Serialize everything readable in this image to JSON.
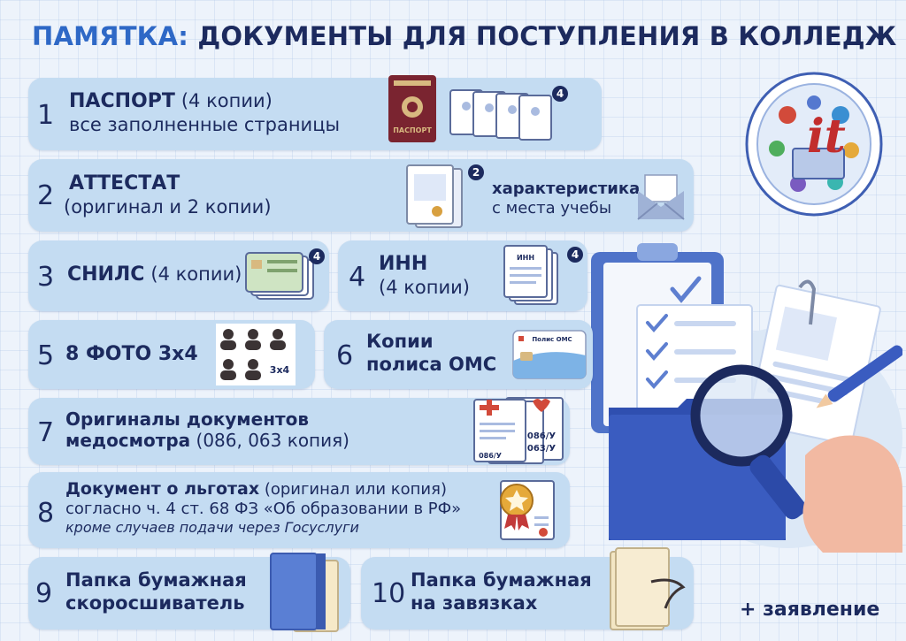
{
  "title": {
    "accent": "ПАМЯТКА:",
    "main": "ДОКУМЕНТЫ ДЛЯ ПОСТУПЛЕНИЯ В КОЛЛЕДЖ"
  },
  "items": [
    {
      "number": "1",
      "title": "ПАСПОРТ",
      "note": "(4 копии)",
      "line2": "все заполненные страницы",
      "badge": "4",
      "cover_text": "ПАСПОРТ"
    },
    {
      "number": "2",
      "title": "АТТЕСТАТ",
      "line2": "(оригинал и 2 копии)",
      "badge": "2",
      "extra": [
        "характеристика",
        "с места учебы"
      ]
    },
    {
      "number": "3",
      "title": "СНИЛС",
      "note": "(4 копии)",
      "badge": "4"
    },
    {
      "number": "4",
      "title": "ИНН",
      "line2": "(4 копии)",
      "badge": "4",
      "doc_label": "ИНН"
    },
    {
      "number": "5",
      "title": "8 ФОТО 3х4",
      "photo_label": "3x4"
    },
    {
      "number": "6",
      "title": "Копии",
      "line2": "полиса ОМС",
      "card_label": "Полис ОМС"
    },
    {
      "number": "7",
      "title": "Оригиналы документов",
      "line2_bold": "медосмотра",
      "line2_rest": " (086, 063 копия)",
      "form_labels": [
        "086/У",
        "063/У",
        "086/У"
      ]
    },
    {
      "number": "8",
      "title": "Документ о льготах",
      "note": " (оригинал или копия)",
      "line2": "согласно ч. 4 ст. 68 ФЗ «Об образовании в РФ»",
      "line3": "кроме случаев подачи через Госуслуги"
    },
    {
      "number": "9",
      "title": "Папка бумажная",
      "line2": "скоросшиватель"
    },
    {
      "number": "10",
      "title": "Папка бумажная",
      "line2": "на завязках"
    }
  ],
  "footer": {
    "extra": "+ заявление"
  },
  "colors": {
    "card": "#c4dcf2",
    "text": "#1c2a5e",
    "accent": "#2e68c6",
    "background": "#edf3fb"
  },
  "icons": [
    "passport-icon",
    "copies-stack-icon",
    "certificate-icon",
    "envelope-icon",
    "snils-card-icon",
    "inn-document-icon",
    "photos-icon",
    "oms-card-icon",
    "medical-forms-icon",
    "award-certificate-icon",
    "folder-blue-icon",
    "folder-ties-icon",
    "college-emblem-icon",
    "clipboard-illustration"
  ]
}
